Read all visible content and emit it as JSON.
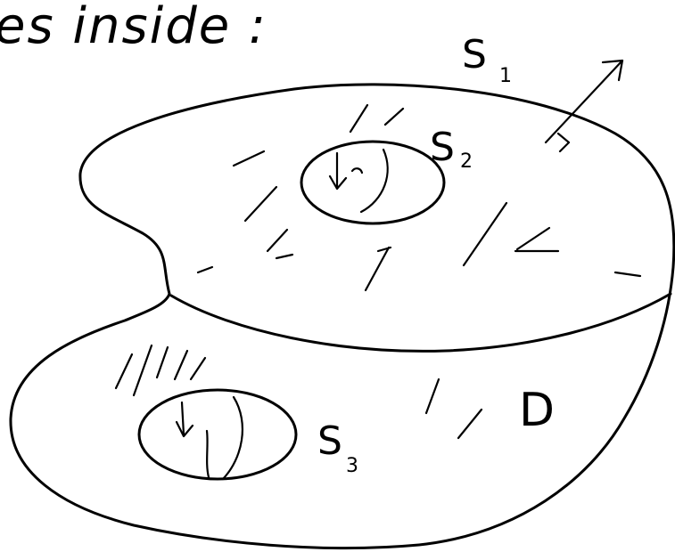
{
  "heading": "es inside :",
  "labels": {
    "s1": {
      "main": "S",
      "sub": "1"
    },
    "s2": {
      "main": "S",
      "sub": "2"
    },
    "s3": {
      "main": "S",
      "sub": "3"
    },
    "region": "D"
  },
  "colors": {
    "ink": "#000000",
    "paper": "#ffffff"
  }
}
